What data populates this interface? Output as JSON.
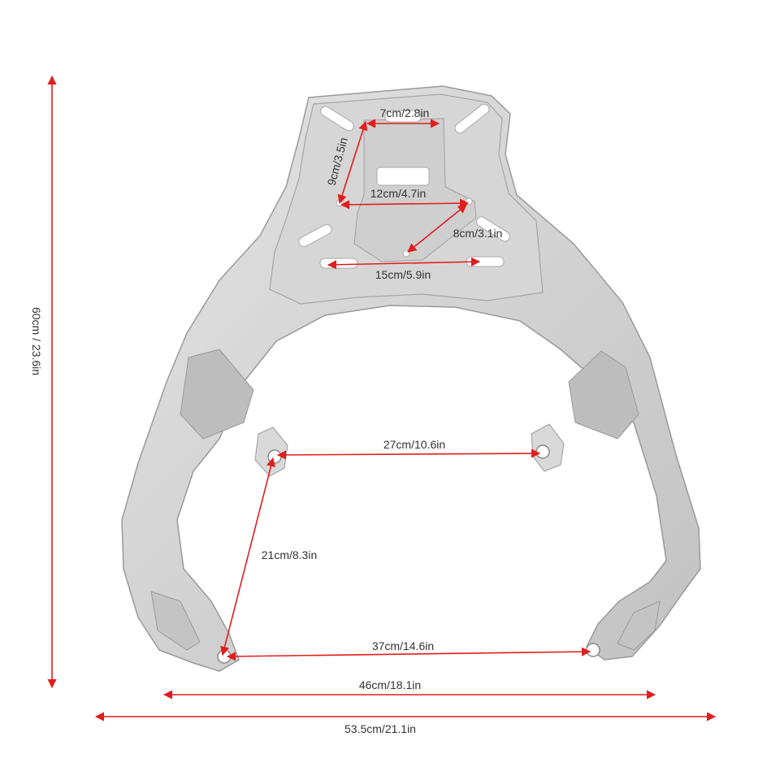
{
  "colors": {
    "background": "#ffffff",
    "rack_fill": "#d7d7d7",
    "rack_shade": "#bdbdbd",
    "rack_edge": "#9a9a9a",
    "dimension_line": "#e11d1d",
    "dimension_text": "#333333"
  },
  "product": {
    "name": "rear luggage rack"
  },
  "dimensions": {
    "top_slot_width": "7cm/2.8in",
    "top_hole_vertical": "9cm/3.5in",
    "upper_hole_span": "12cm/4.7in",
    "center_diagonal": "8cm/3.1in",
    "lower_slot_span": "15cm/5.9in",
    "upper_mount_span": "27cm/10.6in",
    "mount_vertical": "21cm/8.3in",
    "lower_mount_span": "37cm/14.6in",
    "inner_base_width": "46cm/18.1in",
    "overall_width": "53.5cm/21.1in",
    "overall_height": "60cm / 23.6in"
  }
}
